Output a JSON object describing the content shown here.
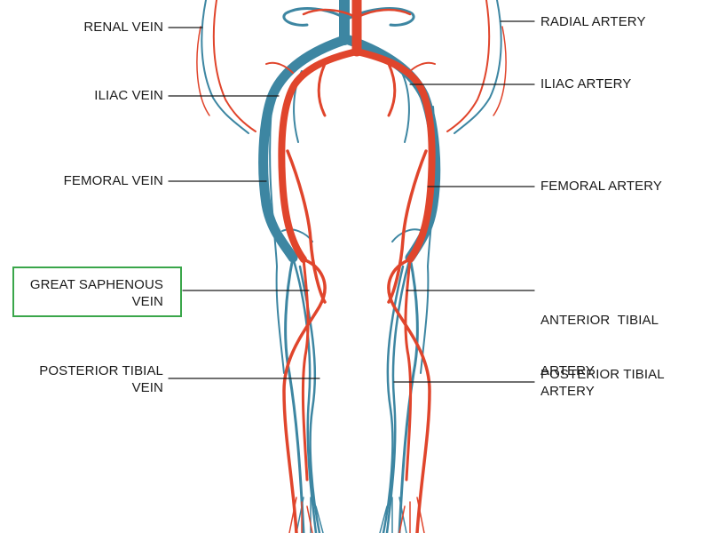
{
  "labels": {
    "renal_vein": "RENAL VEIN",
    "iliac_vein": "ILIAC VEIN",
    "femoral_vein": "FEMORAL VEIN",
    "great_saphenous_vein": [
      "GREAT SAPHENOUS",
      "VEIN"
    ],
    "posterior_tibial_vein": [
      "POSTERIOR TIBIAL",
      "VEIN"
    ],
    "radial_artery": "RADIAL ARTERY",
    "iliac_artery": "ILIAC ARTERY",
    "femoral_artery": "FEMORAL ARTERY",
    "anterior_tibial_artery": [
      "ANTERIOR  TIBIAL",
      "ARTERY"
    ],
    "posterior_tibial_artery": [
      "POSTERIOR TIBIAL",
      "ARTERY"
    ]
  },
  "colors": {
    "artery": "#e0452c",
    "vein": "#3d86a2",
    "leader": "#1a1a1a",
    "highlight": "#3aa64a"
  }
}
